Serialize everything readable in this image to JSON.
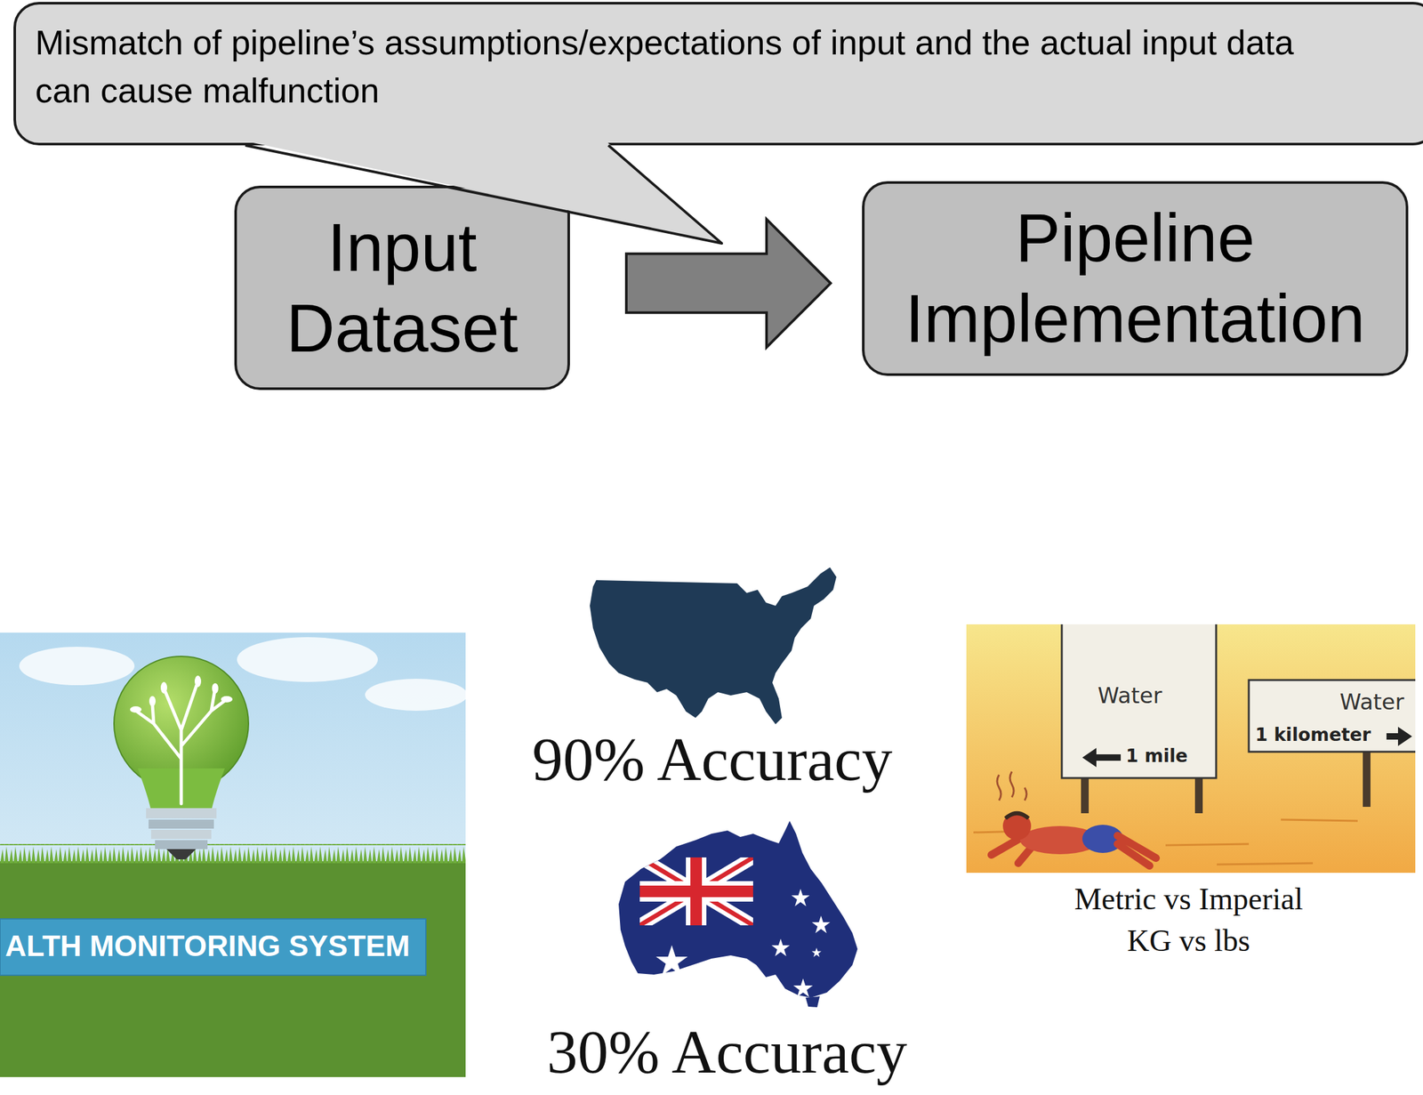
{
  "diagram": {
    "nodes": [
      {
        "text": [
          "Mismatch of pipeline’s assumptions/expectations of input and the actual input data can cause malfunction"
        ]
      },
      {
        "text": [
          "Input Dataset"
        ]
      },
      {
        "text": [
          "Pipeline Implementation"
        ]
      }
    ],
    "edges": [
      {
        "from": 1,
        "to": 2,
        "arrow": "to"
      }
    ],
    "labels": [
      "ALTH MONITORING SYSTEM",
      "90% Accuracy",
      "Water",
      "1 mile",
      "Water",
      "1 kilometer",
      "Metric vs Imperial KG vs lbs",
      "30% Accuracy"
    ]
  }
}
